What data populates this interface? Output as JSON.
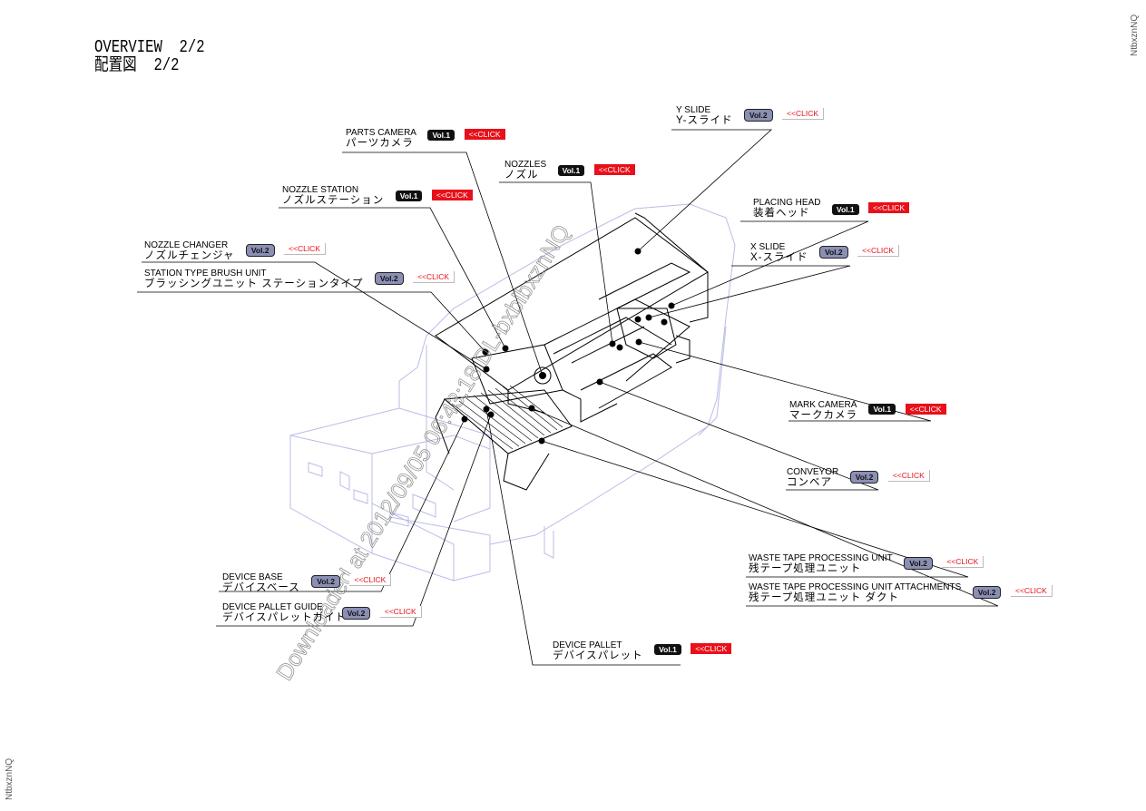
{
  "title": {
    "line1": "OVERVIEW  2/2",
    "line2": "配置図  2/2"
  },
  "side_id": "NtbxznNQ",
  "watermark": "Downloaded at 2012/09/05 06:43:18 DL-bxblbxznNQ",
  "colors": {
    "machine_outline": "#b9bce6",
    "line": "#000000",
    "click_red": "#e8101a",
    "vol2_badge": "#8b8fb4"
  },
  "callouts": [
    {
      "id": "parts-camera",
      "en": "PARTS CAMERA",
      "jp": "パーツカメラ",
      "vol": "Vol.1",
      "click": "<<CLICK"
    },
    {
      "id": "nozzles",
      "en": "NOZZLES",
      "jp": "ノズル",
      "vol": "Vol.1",
      "click": "<<CLICK"
    },
    {
      "id": "y-slide",
      "en": "Y SLIDE",
      "jp": "Y-スライド",
      "vol": "Vol.2",
      "click": "<<CLICK"
    },
    {
      "id": "nozzle-station",
      "en": "NOZZLE STATION",
      "jp": "ノズルステーション",
      "vol": "Vol.1",
      "click": "<<CLICK"
    },
    {
      "id": "placing-head",
      "en": "PLACING HEAD",
      "jp": "装着ヘッド",
      "vol": "Vol.1",
      "click": "<<CLICK"
    },
    {
      "id": "nozzle-changer",
      "en": "NOZZLE CHANGER",
      "jp": "ノズルチェンジャ",
      "vol": "Vol.2",
      "click": "<<CLICK"
    },
    {
      "id": "x-slide",
      "en": "X SLIDE",
      "jp": "X-スライド",
      "vol": "Vol.2",
      "click": "<<CLICK"
    },
    {
      "id": "brush-unit",
      "en": "STATION TYPE BRUSH UNIT",
      "jp": "ブラッシングユニット ステーションタイプ",
      "vol": "Vol.2",
      "click": "<<CLICK"
    },
    {
      "id": "mark-camera",
      "en": "MARK CAMERA",
      "jp": "マークカメラ",
      "vol": "Vol.1",
      "click": "<<CLICK"
    },
    {
      "id": "conveyor",
      "en": "CONVEYOR",
      "jp": "コンベア",
      "vol": "Vol.2",
      "click": "<<CLICK"
    },
    {
      "id": "waste-tape",
      "en": "WASTE TAPE PROCESSING UNIT",
      "jp": "残テープ処理ユニット",
      "vol": "Vol.2",
      "click": "<<CLICK"
    },
    {
      "id": "waste-tape-attach",
      "en": "WASTE TAPE PROCESSING UNIT ATTACHMENTS",
      "jp": "残テープ処理ユニット ダクト",
      "vol": "Vol.2",
      "click": "<<CLICK"
    },
    {
      "id": "device-base",
      "en": "DEVICE BASE",
      "jp": "デバイスベース",
      "vol": "Vol.2",
      "click": "<<CLICK"
    },
    {
      "id": "device-pallet-guide",
      "en": "DEVICE PALLET GUIDE",
      "jp": "デバイスパレットガイド",
      "vol": "Vol.2",
      "click": "<<CLICK"
    },
    {
      "id": "device-pallet",
      "en": "DEVICE PALLET",
      "jp": "デバイスパレット",
      "vol": "Vol.1",
      "click": "<<CLICK"
    }
  ]
}
